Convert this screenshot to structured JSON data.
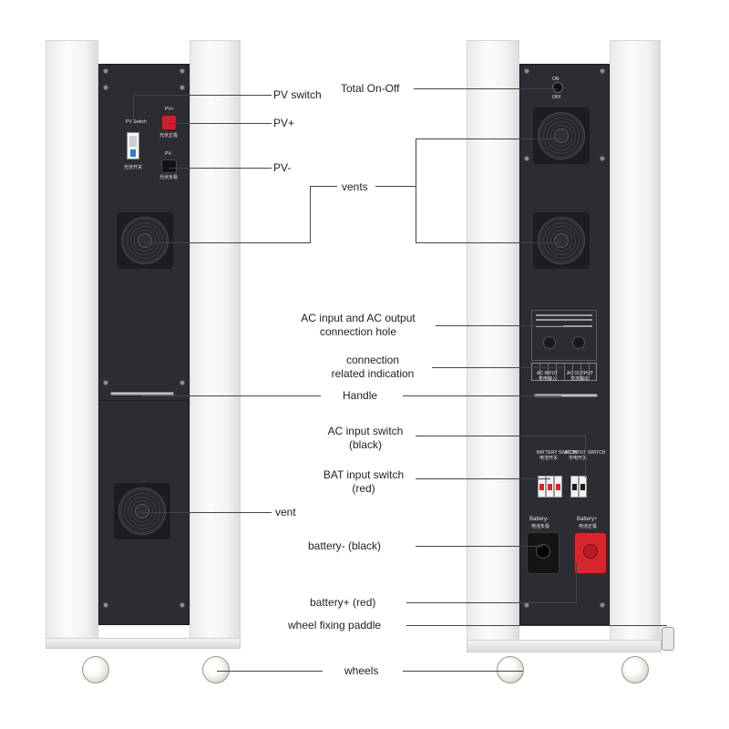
{
  "labels": {
    "pv_switch": "PV switch",
    "pv_plus": "PV+",
    "pv_minus": "PV-",
    "vents": "vents",
    "vent": "vent",
    "total_on_off": "Total On-Off",
    "ac_connection_line1": "AC input and AC output",
    "ac_connection_line2": "connection hole",
    "connection_indication_line1": "connection",
    "connection_indication_line2": "related indication",
    "handle": "Handle",
    "ac_input_switch_line1": "AC input switch",
    "ac_input_switch_line2": "(black)",
    "bat_input_switch_line1": "BAT input switch",
    "bat_input_switch_line2": "(red)",
    "battery_minus": "battery-  (black)",
    "battery_plus": "battery+  (red)",
    "wheel_fixing_paddle": "wheel fixing paddle",
    "wheels": "wheels"
  },
  "panel_text": {
    "pv_switch_tag": "PV Switch",
    "pv_switch_cn": "光伏开关",
    "pv_plus_tag": "PV+",
    "pv_plus_cn": "光伏正极",
    "pv_minus_tag": "PV-",
    "pv_minus_cn": "光伏负极",
    "total_switch_on": "ON",
    "total_switch_off": "OFF",
    "ac_input_tag": "AC INPUT",
    "ac_input_cn": "市电输入",
    "ac_output_tag": "AC OUTPUT",
    "ac_output_cn": "交流输出",
    "battery_switch_tag": "BATTERY SWITCH",
    "battery_switch_cn": "电池开关",
    "ac_input_switch_tag": "AC INPUT SWITCH",
    "ac_input_switch_cn": "市电开关",
    "battery_minus_tag": "Battery-",
    "battery_minus_cn": "电池负极",
    "battery_plus_tag": "Battery+",
    "battery_plus_cn": "电池正极"
  },
  "colors": {
    "panel": "#2b2d33",
    "pv_plus_connector": "#c8212e",
    "battery_plus_connector": "#d7262f",
    "battery_minus_connector": "#141414",
    "pv_switch_blue": "#2f7fd0"
  }
}
